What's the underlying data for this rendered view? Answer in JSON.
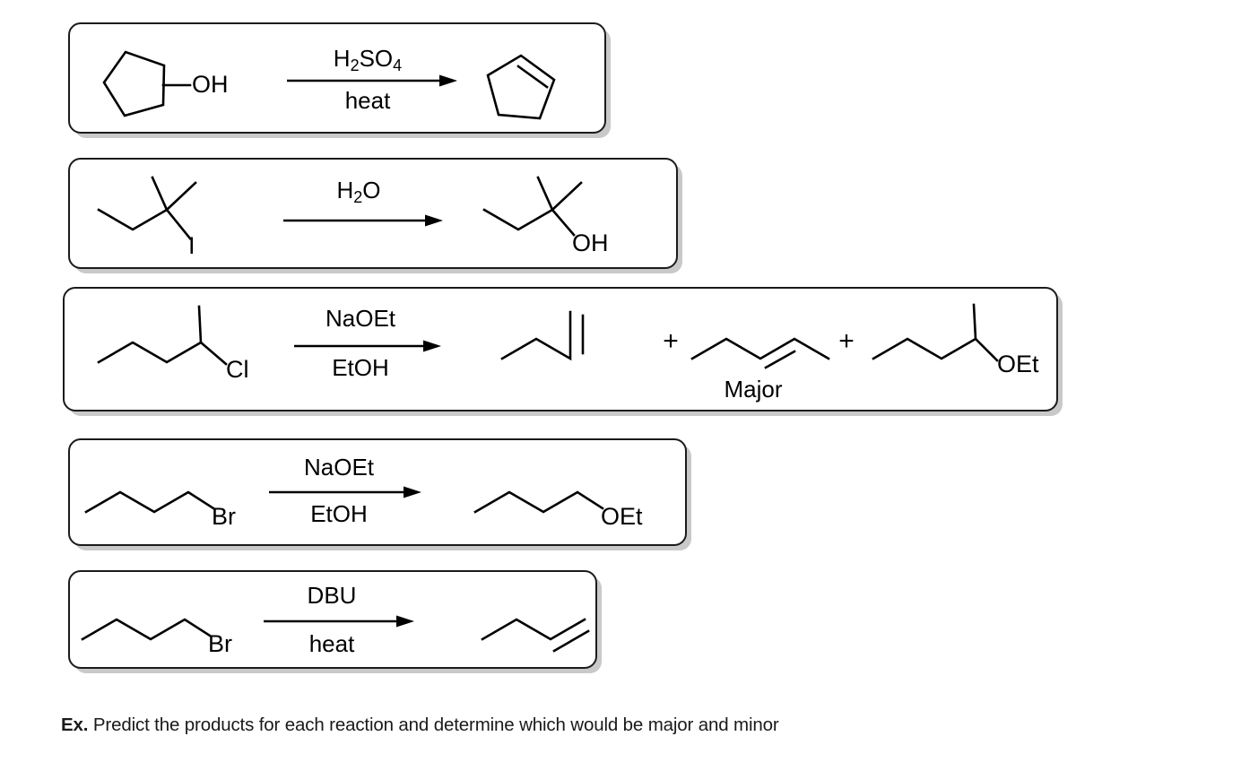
{
  "caption": {
    "prefix": "Ex.",
    "text": "Predict the products for each reaction and determine which would be major and minor"
  },
  "labels": {
    "oh": "OH",
    "iodine": "I",
    "chlorine": "Cl",
    "bromine": "Br",
    "oet": "OEt",
    "major": "Major",
    "plus": "+"
  },
  "reactions": [
    {
      "id": "reaction-1",
      "reactant_name": "cyclopentanol",
      "reactant_label": "OH",
      "reagent_top": "H2SO4",
      "reagent_top_parts": [
        "H",
        "2",
        "SO",
        "4"
      ],
      "reagent_bottom": "heat",
      "products": [
        {
          "name": "cyclopentene",
          "label": "",
          "annotation": ""
        }
      ]
    },
    {
      "id": "reaction-2",
      "reactant_name": "2-iodo-2-methylbutane",
      "reactant_label": "I",
      "reagent_top": "H2O",
      "reagent_top_parts": [
        "H",
        "2",
        "O",
        ""
      ],
      "reagent_bottom": "",
      "products": [
        {
          "name": "2-methyl-2-butanol",
          "label": "OH",
          "annotation": ""
        }
      ]
    },
    {
      "id": "reaction-3",
      "reactant_name": "2-chloropentane",
      "reactant_label": "Cl",
      "reagent_top": "NaOEt",
      "reagent_bottom": "EtOH",
      "products": [
        {
          "name": "1-pentene",
          "label": "",
          "annotation": ""
        },
        {
          "name": "2-pentene",
          "label": "",
          "annotation": "Major"
        },
        {
          "name": "2-ethoxypentane",
          "label": "OEt",
          "annotation": ""
        }
      ]
    },
    {
      "id": "reaction-4",
      "reactant_name": "1-bromobutane",
      "reactant_label": "Br",
      "reagent_top": "NaOEt",
      "reagent_bottom": "EtOH",
      "products": [
        {
          "name": "butyl-ethyl-ether",
          "label": "OEt",
          "annotation": ""
        }
      ]
    },
    {
      "id": "reaction-5",
      "reactant_name": "1-bromobutane",
      "reactant_label": "Br",
      "reagent_top": "DBU",
      "reagent_bottom": "heat",
      "products": [
        {
          "name": "1-butene",
          "label": "",
          "annotation": ""
        }
      ]
    }
  ],
  "colors": {
    "stroke": "#000000",
    "box_border": "#1b1b1b",
    "box_shadow": "#c9c9c9",
    "background": "#ffffff",
    "text": "#1a1a1a"
  }
}
